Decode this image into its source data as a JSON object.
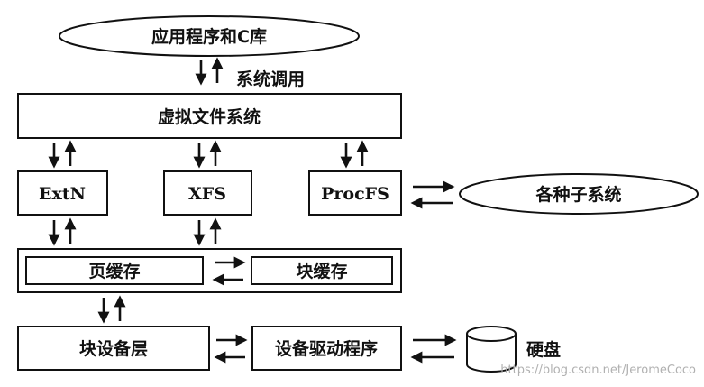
{
  "diagram": {
    "nodes": {
      "app": "应用程序和C库",
      "vfs": "虚拟文件系统",
      "extn": "ExtN",
      "xfs": "XFS",
      "procfs": "ProcFS",
      "subsystems": "各种子系统",
      "page_cache": "页缓存",
      "block_cache": "块缓存",
      "block_device_layer": "块设备层",
      "device_driver": "设备驱动程序",
      "disk": "硬盘"
    },
    "edge_labels": {
      "syscall": "系统调用"
    },
    "edges": [
      {
        "from": "app",
        "to": "vfs",
        "label": "系统调用",
        "direction": "bidirectional"
      },
      {
        "from": "vfs",
        "to": "extn",
        "direction": "bidirectional"
      },
      {
        "from": "vfs",
        "to": "xfs",
        "direction": "bidirectional"
      },
      {
        "from": "vfs",
        "to": "procfs",
        "direction": "bidirectional"
      },
      {
        "from": "procfs",
        "to": "subsystems",
        "direction": "bidirectional"
      },
      {
        "from": "extn",
        "to": "page_cache",
        "direction": "bidirectional"
      },
      {
        "from": "xfs",
        "to": "page_cache",
        "direction": "bidirectional"
      },
      {
        "from": "page_cache",
        "to": "block_cache",
        "direction": "bidirectional"
      },
      {
        "from": "page_cache",
        "to": "block_device_layer",
        "direction": "bidirectional"
      },
      {
        "from": "block_device_layer",
        "to": "device_driver",
        "direction": "bidirectional"
      },
      {
        "from": "device_driver",
        "to": "disk",
        "direction": "bidirectional"
      }
    ]
  },
  "watermark": "https://blog.csdn.net/JeromeCoco",
  "colors": {
    "stroke": "#111111",
    "background": "#ffffff",
    "watermark": "#b0b0b0"
  }
}
